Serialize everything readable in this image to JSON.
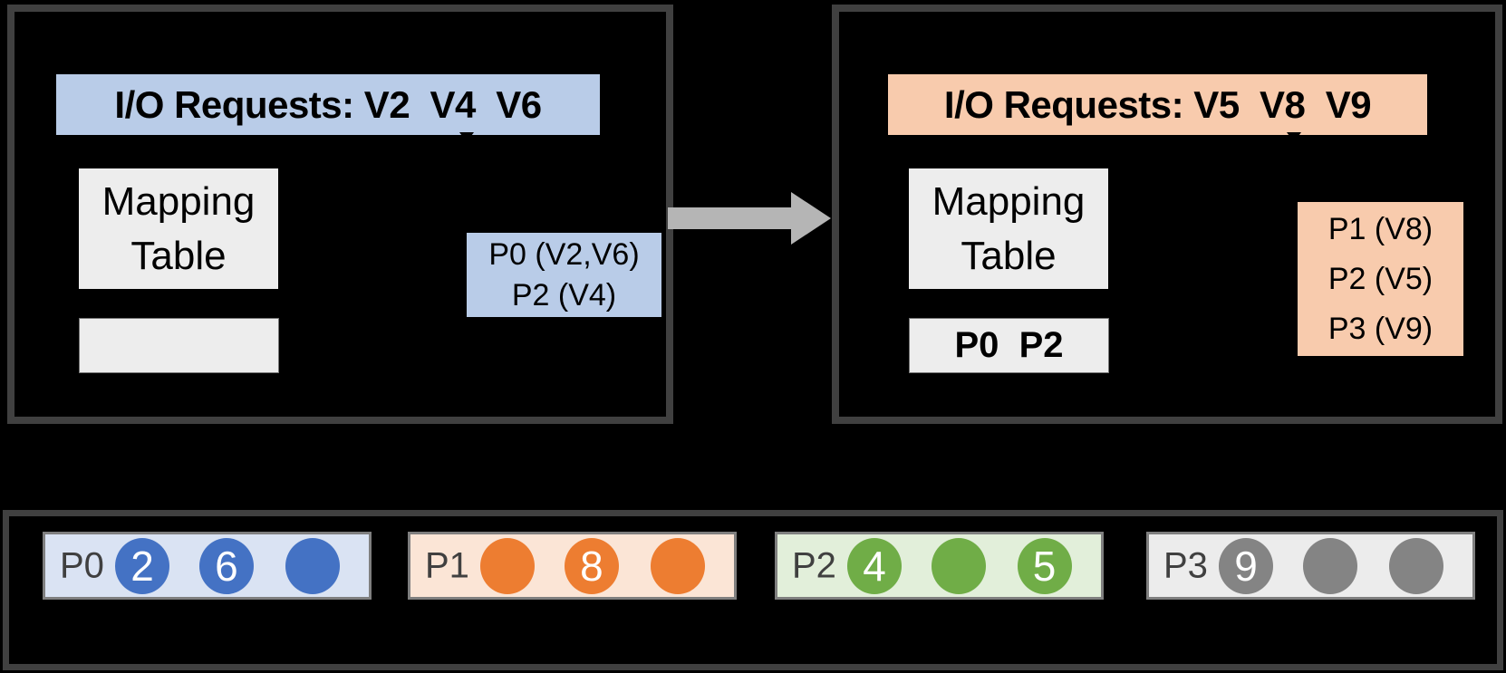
{
  "left_panel": {
    "header": "I/O Requests: V2  V4  V6",
    "mapping_table": "Mapping Table",
    "empty_slot": "",
    "note_lines": {
      "0": "P0 (V2,V6)",
      "1": "P2 (V4)"
    }
  },
  "right_panel": {
    "header": "I/O Requests: V5  V8  V9",
    "mapping_table": "Mapping Table",
    "mapped_pages": "P0  P2",
    "note_lines": {
      "0": "P1 (V8)",
      "1": "P2 (V5)",
      "2": "P3 (V9)"
    }
  },
  "storage": {
    "pages": [
      {
        "label": "P0",
        "fill": "#dae3f3",
        "circle_color": "#4472c4",
        "slots": [
          "2",
          "6",
          ""
        ]
      },
      {
        "label": "P1",
        "fill": "#fbe5d6",
        "circle_color": "#ed7d31",
        "slots": [
          "",
          "8",
          ""
        ]
      },
      {
        "label": "P2",
        "fill": "#e2efda",
        "circle_color": "#70ad47",
        "slots": [
          "4",
          "",
          "5"
        ]
      },
      {
        "label": "P3",
        "fill": "#ececec",
        "circle_color": "#848484",
        "slots": [
          "9",
          "",
          ""
        ]
      }
    ]
  },
  "colors": {
    "header_blue": "#b9cce8",
    "header_orange": "#f8cbad",
    "table_fill": "#ededed",
    "panel_border": "#404040",
    "page_box_border": "#7f7f7f",
    "arrow_gray": "#b5b5b5",
    "label_gray": "#404040",
    "background": "#000000"
  }
}
